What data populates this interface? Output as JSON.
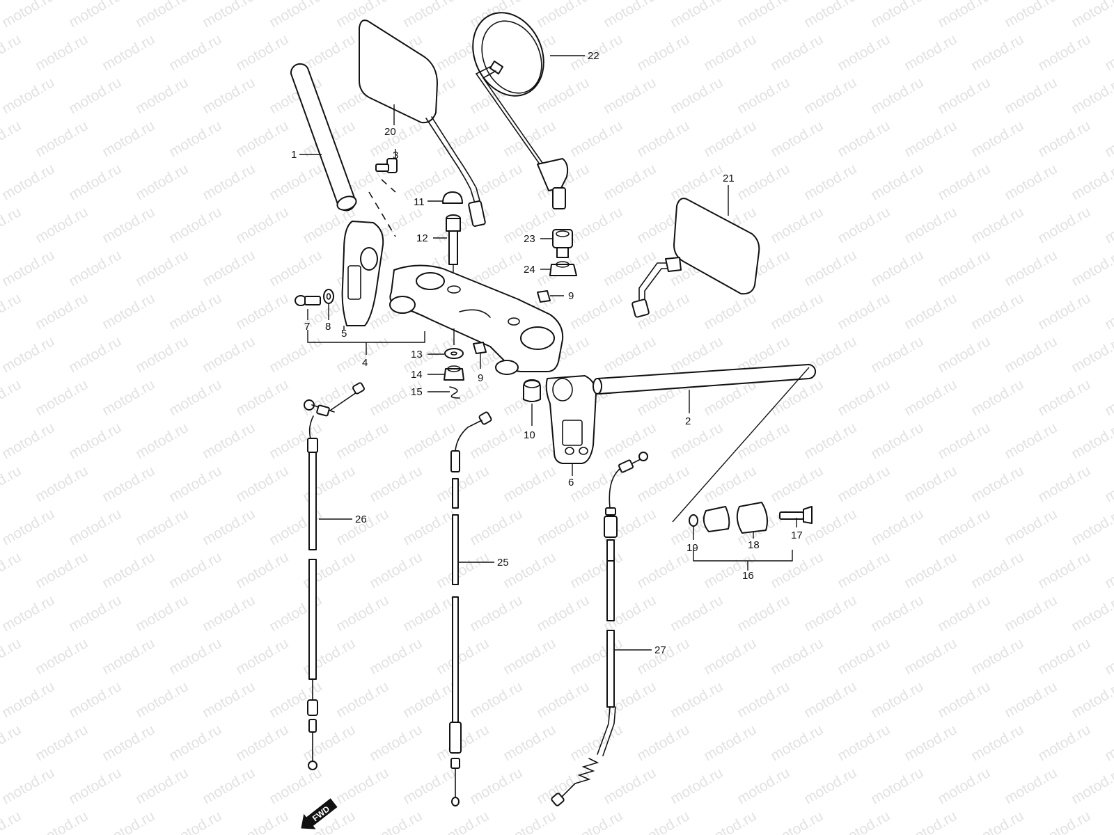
{
  "watermark": "motod.ru",
  "fwd_label": "FWD",
  "callouts": {
    "c1": "1",
    "c2": "2",
    "c3": "3",
    "c4": "4",
    "c5": "5",
    "c6": "6",
    "c7": "7",
    "c8": "8",
    "c9a": "9",
    "c9b": "9",
    "c10": "10",
    "c11": "11",
    "c12": "12",
    "c13": "13",
    "c14": "14",
    "c15": "15",
    "c16": "16",
    "c17": "17",
    "c18": "18",
    "c19": "19",
    "c20": "20",
    "c21": "21",
    "c22": "22",
    "c23": "23",
    "c24": "24",
    "c25": "25",
    "c26": "26",
    "c27": "27"
  },
  "colors": {
    "line": "#111111",
    "watermark": "#e2e2e2",
    "background": "#ffffff"
  }
}
